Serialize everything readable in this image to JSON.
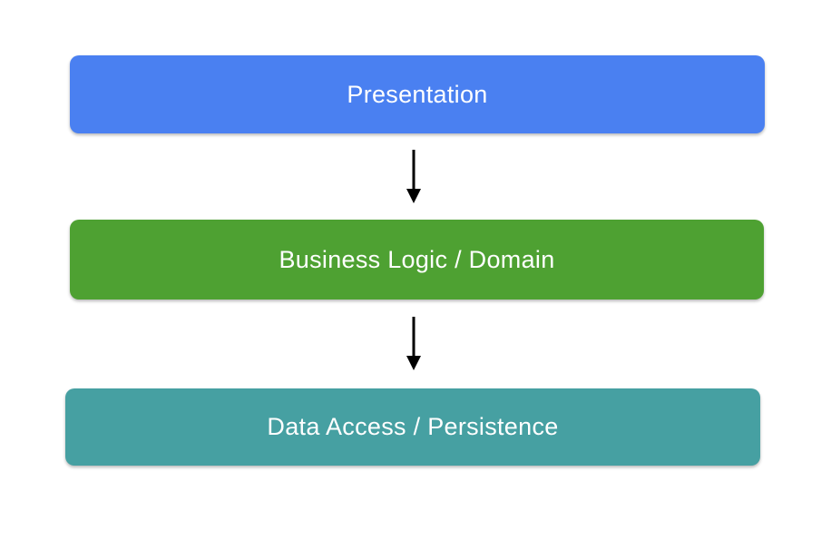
{
  "diagram": {
    "background_color": "#ffffff",
    "text_color": "#ffffff",
    "arrow_color": "#000000",
    "layers": [
      {
        "id": "presentation",
        "label": "Presentation",
        "color": "#4A80F1"
      },
      {
        "id": "business-logic",
        "label": "Business Logic / Domain",
        "color": "#4EA132"
      },
      {
        "id": "data-access",
        "label": "Data Access / Persistence",
        "color": "#46A0A2"
      }
    ],
    "connections": [
      {
        "from": "presentation",
        "to": "business-logic",
        "direction": "down"
      },
      {
        "from": "business-logic",
        "to": "data-access",
        "direction": "down"
      }
    ]
  }
}
